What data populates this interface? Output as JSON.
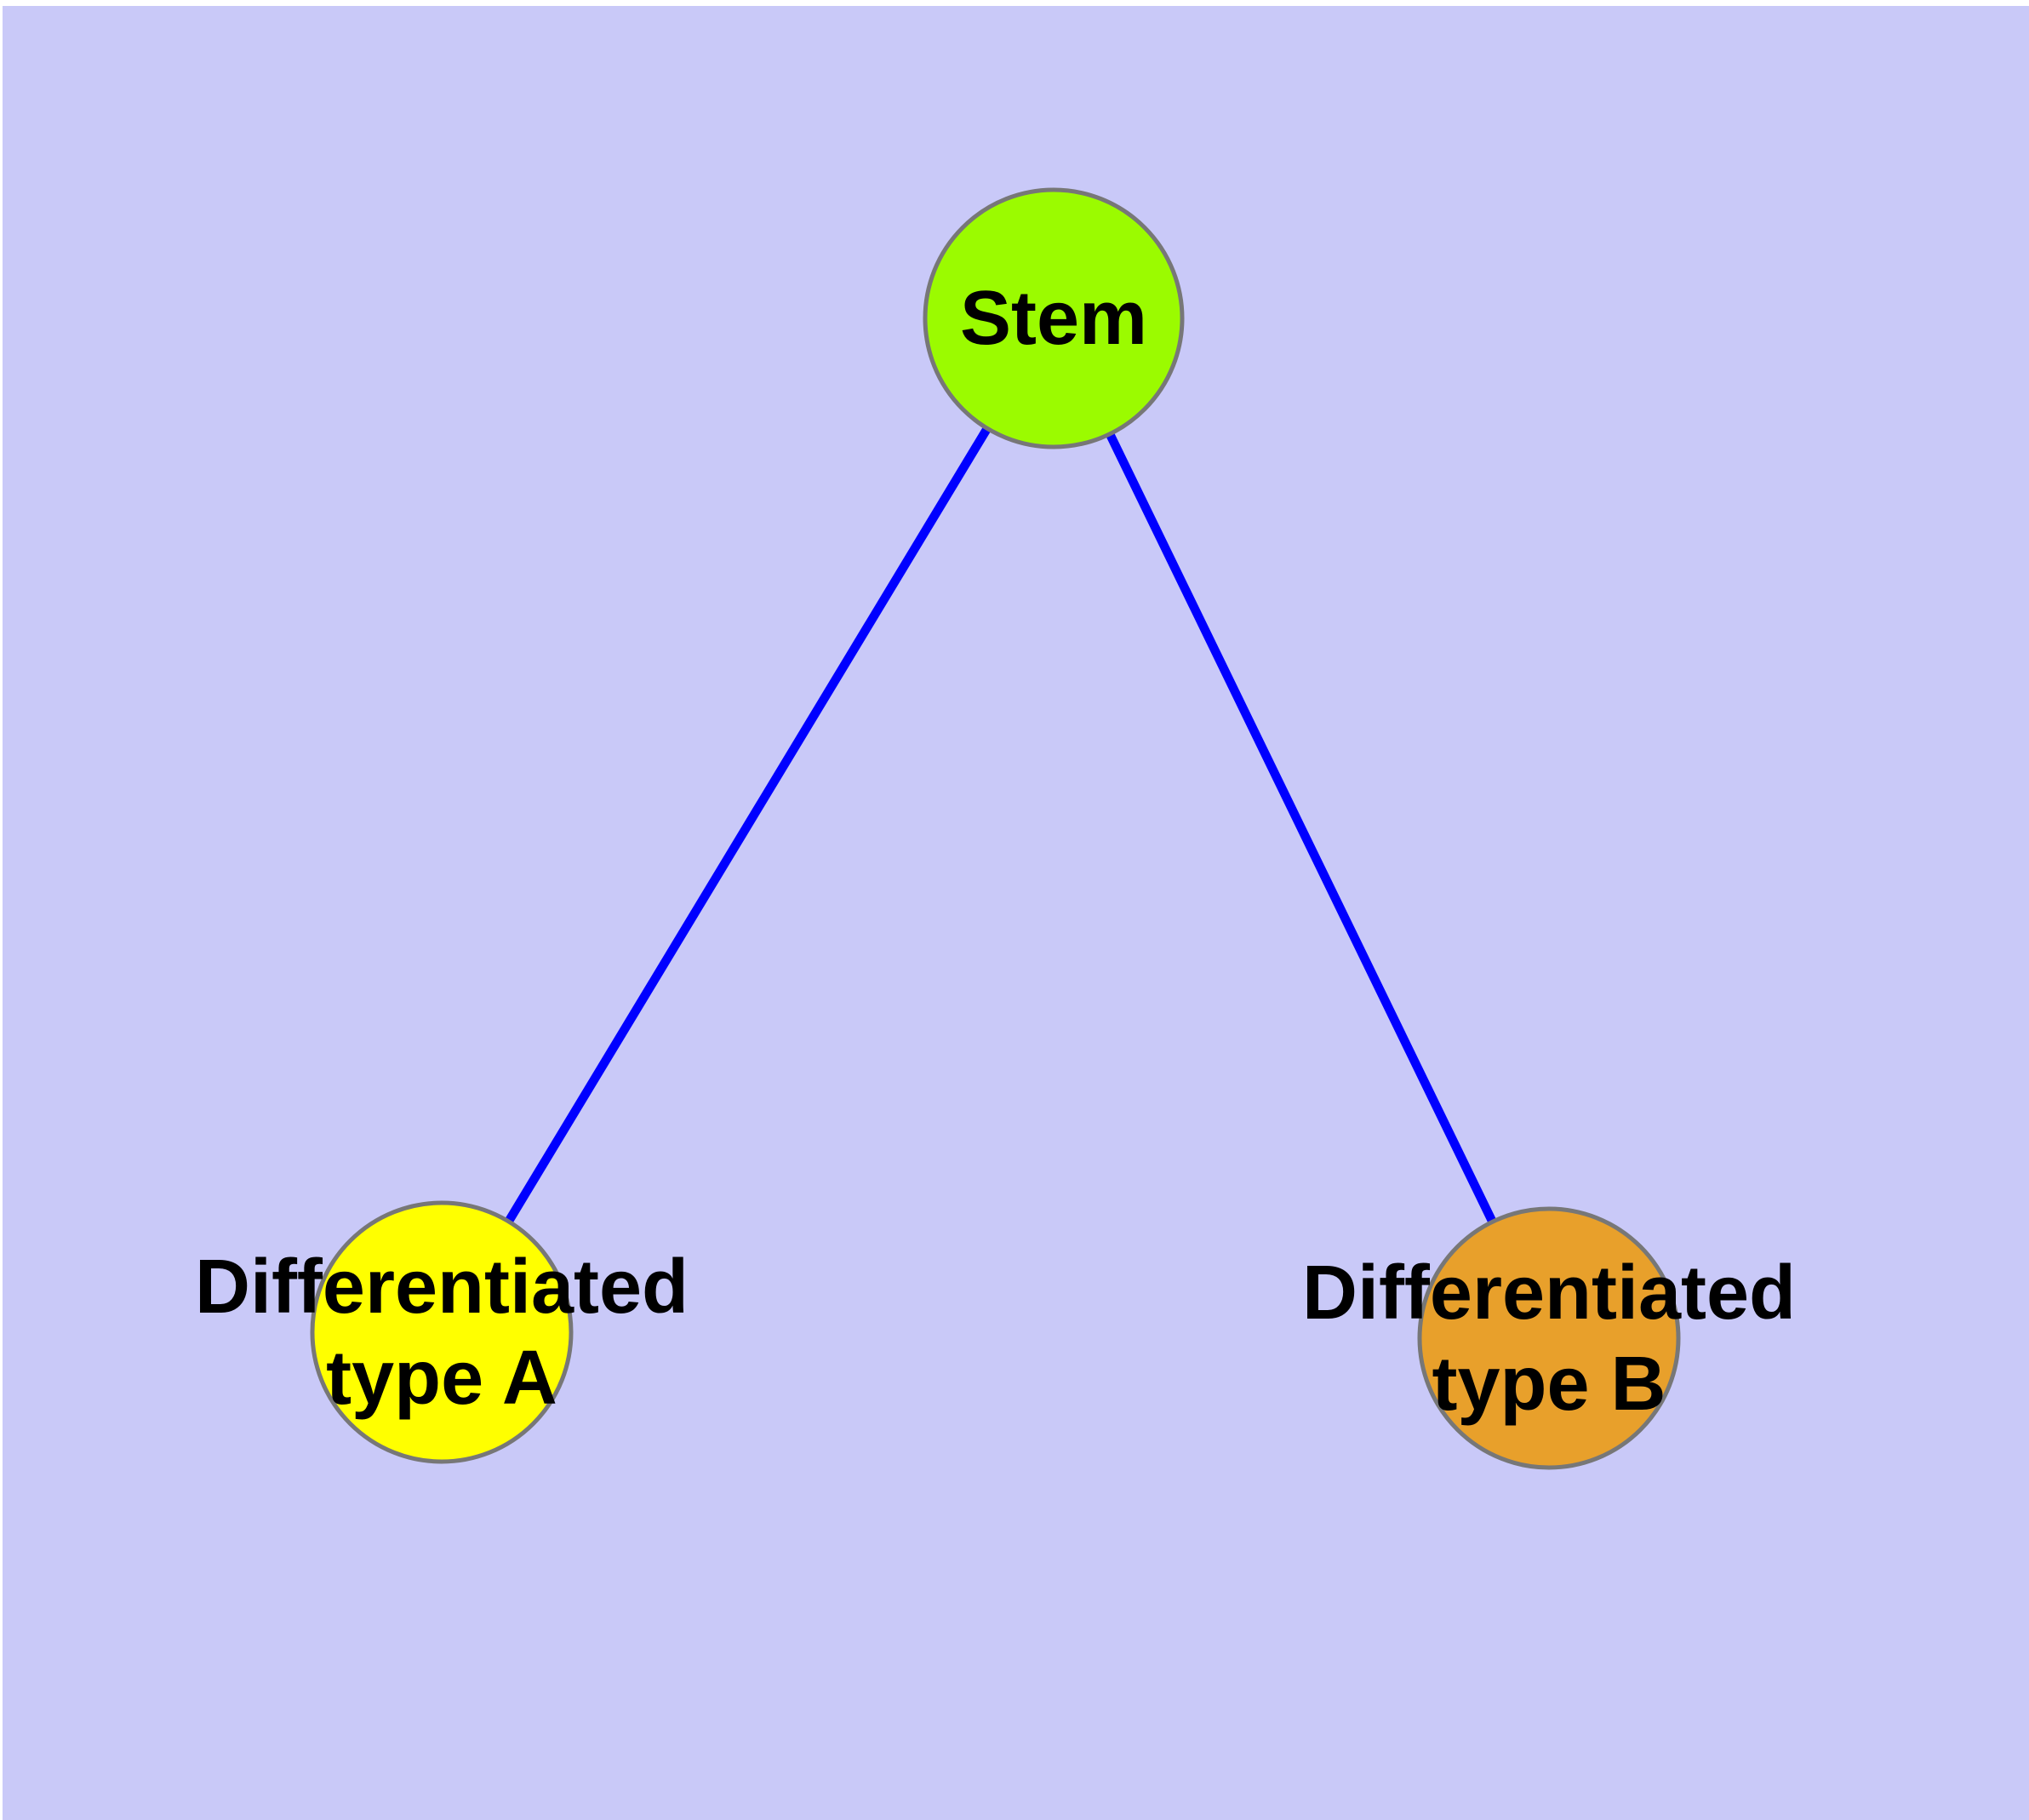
{
  "diagram": {
    "type": "graph",
    "colors": {
      "page_background": "#ffffff",
      "canvas_background": "#c9c9f8",
      "edge": "#0000ff",
      "node_border": "#777777",
      "label": "#000000"
    },
    "nodes": [
      {
        "id": "stem",
        "lines": [
          "Stem"
        ],
        "fill": "#9bfb00"
      },
      {
        "id": "differentiated-type-a",
        "lines": [
          "Differentiated",
          "type A"
        ],
        "fill": "#ffff00"
      },
      {
        "id": "differentiated-type-b",
        "lines": [
          "Differentiated",
          "type B"
        ],
        "fill": "#e8a02b"
      }
    ],
    "edges": [
      {
        "from": "stem",
        "to": "differentiated-type-a"
      },
      {
        "from": "stem",
        "to": "differentiated-type-b"
      }
    ]
  }
}
